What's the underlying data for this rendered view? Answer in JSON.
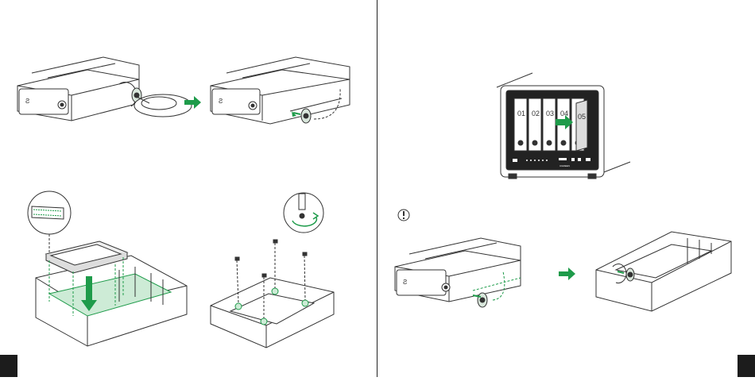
{
  "nas": {
    "bay_labels": [
      "01",
      "02",
      "03",
      "04",
      "05"
    ],
    "brand_text": "UGREEN"
  },
  "colors": {
    "accent": "#1e9b4a",
    "highlight_fill": "#cdebd6",
    "line": "#333333",
    "page_tab": "#1c1c1c"
  },
  "icons": {
    "warning": "exclamation-circle-icon",
    "arrow": "green-right-arrow-icon",
    "screwdriver": "screwdriver-icon"
  }
}
